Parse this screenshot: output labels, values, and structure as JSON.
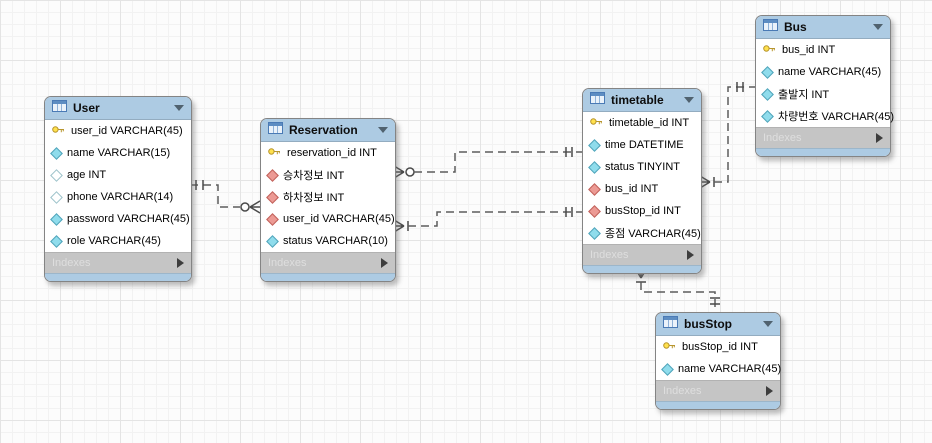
{
  "diagram": {
    "tables": [
      {
        "title": "User",
        "footer_label": "Indexes",
        "columns": [
          {
            "icon": "primary-key",
            "label": "user_id VARCHAR(45)"
          },
          {
            "icon": "not-null",
            "label": "name VARCHAR(15)"
          },
          {
            "icon": "nullable",
            "label": "age INT"
          },
          {
            "icon": "nullable",
            "label": "phone VARCHAR(14)"
          },
          {
            "icon": "not-null",
            "label": "password VARCHAR(45)"
          },
          {
            "icon": "not-null",
            "label": "role VARCHAR(45)"
          }
        ]
      },
      {
        "title": "Reservation",
        "footer_label": "Indexes",
        "columns": [
          {
            "icon": "primary-key",
            "label": "reservation_id INT"
          },
          {
            "icon": "foreign-key",
            "label": "승차정보 INT"
          },
          {
            "icon": "foreign-key",
            "label": "하차정보 INT"
          },
          {
            "icon": "foreign-key",
            "label": "user_id VARCHAR(45)"
          },
          {
            "icon": "not-null",
            "label": "status VARCHAR(10)"
          }
        ]
      },
      {
        "title": "timetable",
        "footer_label": "Indexes",
        "columns": [
          {
            "icon": "primary-key",
            "label": "timetable_id INT"
          },
          {
            "icon": "not-null",
            "label": "time DATETIME"
          },
          {
            "icon": "not-null",
            "label": "status TINYINT"
          },
          {
            "icon": "foreign-key",
            "label": "bus_id INT"
          },
          {
            "icon": "foreign-key",
            "label": "busStop_id INT"
          },
          {
            "icon": "not-null",
            "label": "종점 VARCHAR(45)"
          }
        ]
      },
      {
        "title": "Bus",
        "footer_label": "Indexes",
        "columns": [
          {
            "icon": "primary-key",
            "label": "bus_id INT"
          },
          {
            "icon": "not-null",
            "label": "name VARCHAR(45)"
          },
          {
            "icon": "not-null",
            "label": "출발지 INT"
          },
          {
            "icon": "not-null",
            "label": "차량번호 VARCHAR(45)"
          }
        ]
      },
      {
        "title": "busStop",
        "footer_label": "Indexes",
        "columns": [
          {
            "icon": "primary-key",
            "label": "busStop_id INT"
          },
          {
            "icon": "not-null",
            "label": "name VARCHAR(45)"
          }
        ]
      }
    ],
    "relationships": [
      {
        "id": "user-reservation",
        "one_side": "User",
        "many_side": "Reservation",
        "one_marker": "one-mandatory",
        "many_marker": "zero-or-many"
      },
      {
        "id": "reservation-timetable-upper",
        "one_side": "timetable",
        "many_side": "Reservation",
        "one_marker": "one-mandatory",
        "many_marker": "zero-or-many"
      },
      {
        "id": "reservation-timetable-lower",
        "one_side": "timetable",
        "many_side": "Reservation",
        "one_marker": "one-mandatory",
        "many_marker": "one-or-many"
      },
      {
        "id": "timetable-bus",
        "one_side": "Bus",
        "many_side": "timetable",
        "one_marker": "one-mandatory",
        "many_marker": "one-or-many"
      },
      {
        "id": "timetable-busstop",
        "one_side": "busStop",
        "many_side": "timetable",
        "one_marker": "one-mandatory",
        "many_marker": "one-or-many"
      }
    ],
    "colors": {
      "table_header": "#adcbe3",
      "footer_bar": "#c5c5c5",
      "primary_key_icon": "#ffe14d",
      "not_null_icon": "#8fdcec",
      "foreign_key_icon": "#ec9a94",
      "connector_line": "#5c5c5c"
    }
  }
}
